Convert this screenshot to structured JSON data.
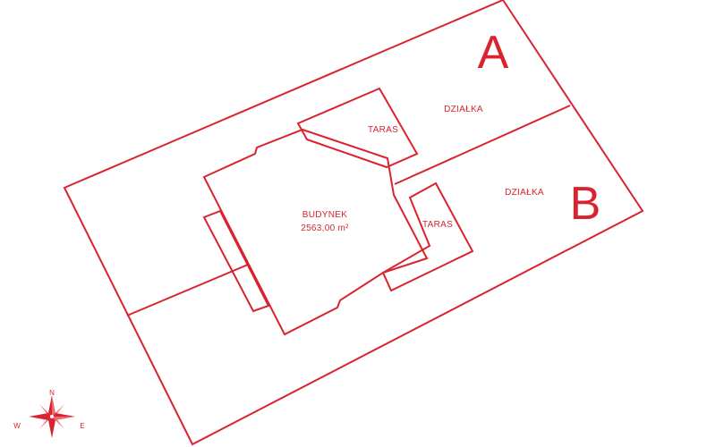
{
  "plot_a": {
    "letter": "A",
    "label": "DZIAŁKA"
  },
  "plot_b": {
    "letter": "B",
    "label": "DZIAŁKA"
  },
  "building": {
    "label": "BUDYNEK",
    "area": "2563,00 m²"
  },
  "terrace_top": {
    "label": "TARAS"
  },
  "terrace_right": {
    "label": "TARAS"
  },
  "compass": {
    "icon": "compass-rose-icon",
    "north": "N",
    "west": "W",
    "east": "E"
  },
  "colors": {
    "stroke": "#d9232e",
    "background": "#ffffff"
  }
}
